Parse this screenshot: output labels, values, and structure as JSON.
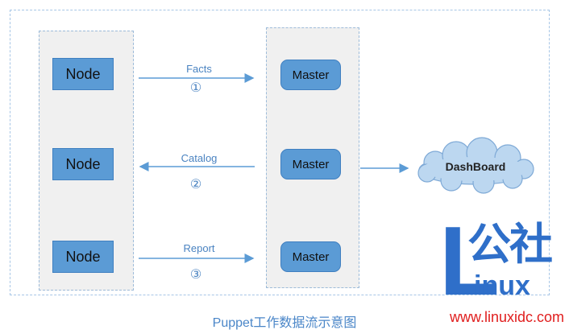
{
  "nodes": [
    "Node",
    "Node",
    "Node"
  ],
  "masters": [
    "Master",
    "Master",
    "Master"
  ],
  "flows": [
    {
      "label": "Facts",
      "step": "①"
    },
    {
      "label": "Catalog",
      "step": "②"
    },
    {
      "label": "Report",
      "step": "③"
    }
  ],
  "dashboard": "DashBoard",
  "caption": "Puppet工作数据流示意图",
  "watermark": {
    "letter": "L",
    "text": "公社",
    "word": "inux",
    "site": "www.linuxidc.com"
  },
  "colors": {
    "box": "#5b9bd5",
    "arrow": "#5b9bd5",
    "label": "#4a83c1",
    "cloud": "#bcd7f0",
    "watermark": "#2f6fc9",
    "site": "#e01d1d"
  }
}
